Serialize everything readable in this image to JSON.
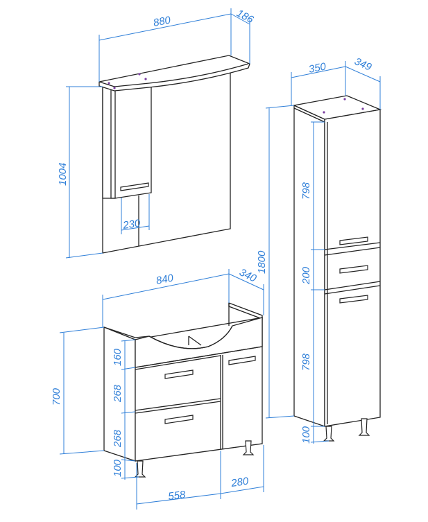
{
  "title": "Bathroom furniture set dimensions",
  "units_note": "mm",
  "accent_color": "#2f7fd8",
  "mirror": {
    "width": "880",
    "depth": "186",
    "height": "1004",
    "cabinet_width": "230"
  },
  "pencil_case": {
    "width": "350",
    "depth": "349",
    "height": "1800",
    "top_section": "798",
    "drawer": "200",
    "bottom_section": "798",
    "legs": "100"
  },
  "vanity": {
    "width": "840",
    "depth": "340",
    "height": "700",
    "top_panel": "160",
    "drawer1": "268",
    "drawer2": "268",
    "legs": "100",
    "drawer_width": "558",
    "door_width": "280"
  }
}
